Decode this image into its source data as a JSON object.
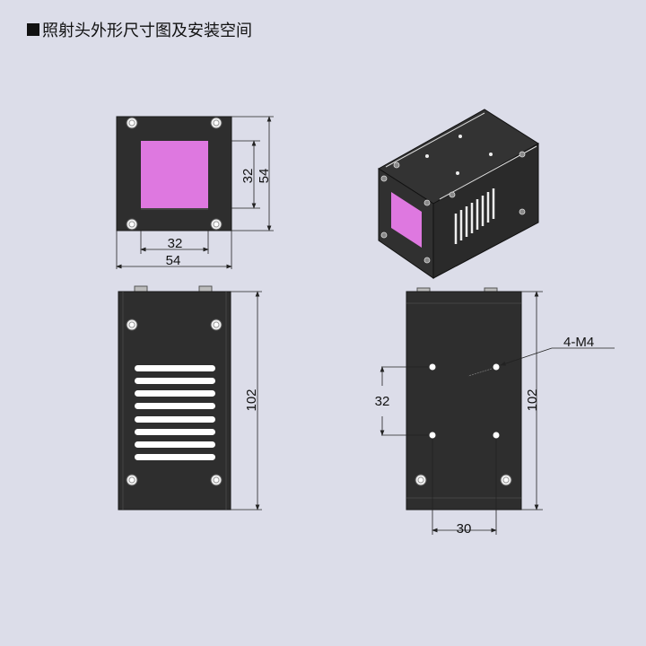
{
  "title": "照射头外形尺寸图及安装空间",
  "colors": {
    "body": "#2e2e2e",
    "window": "#de78e0",
    "background": "#dcdde9"
  },
  "front_view": {
    "window_width": "32",
    "window_height": "32",
    "width": "54",
    "height": "54"
  },
  "side_view": {
    "length": "102"
  },
  "back_view": {
    "length": "102",
    "hole_spacing_vertical": "32",
    "hole_spacing_horizontal": "30",
    "hole_spec": "4-M4"
  }
}
